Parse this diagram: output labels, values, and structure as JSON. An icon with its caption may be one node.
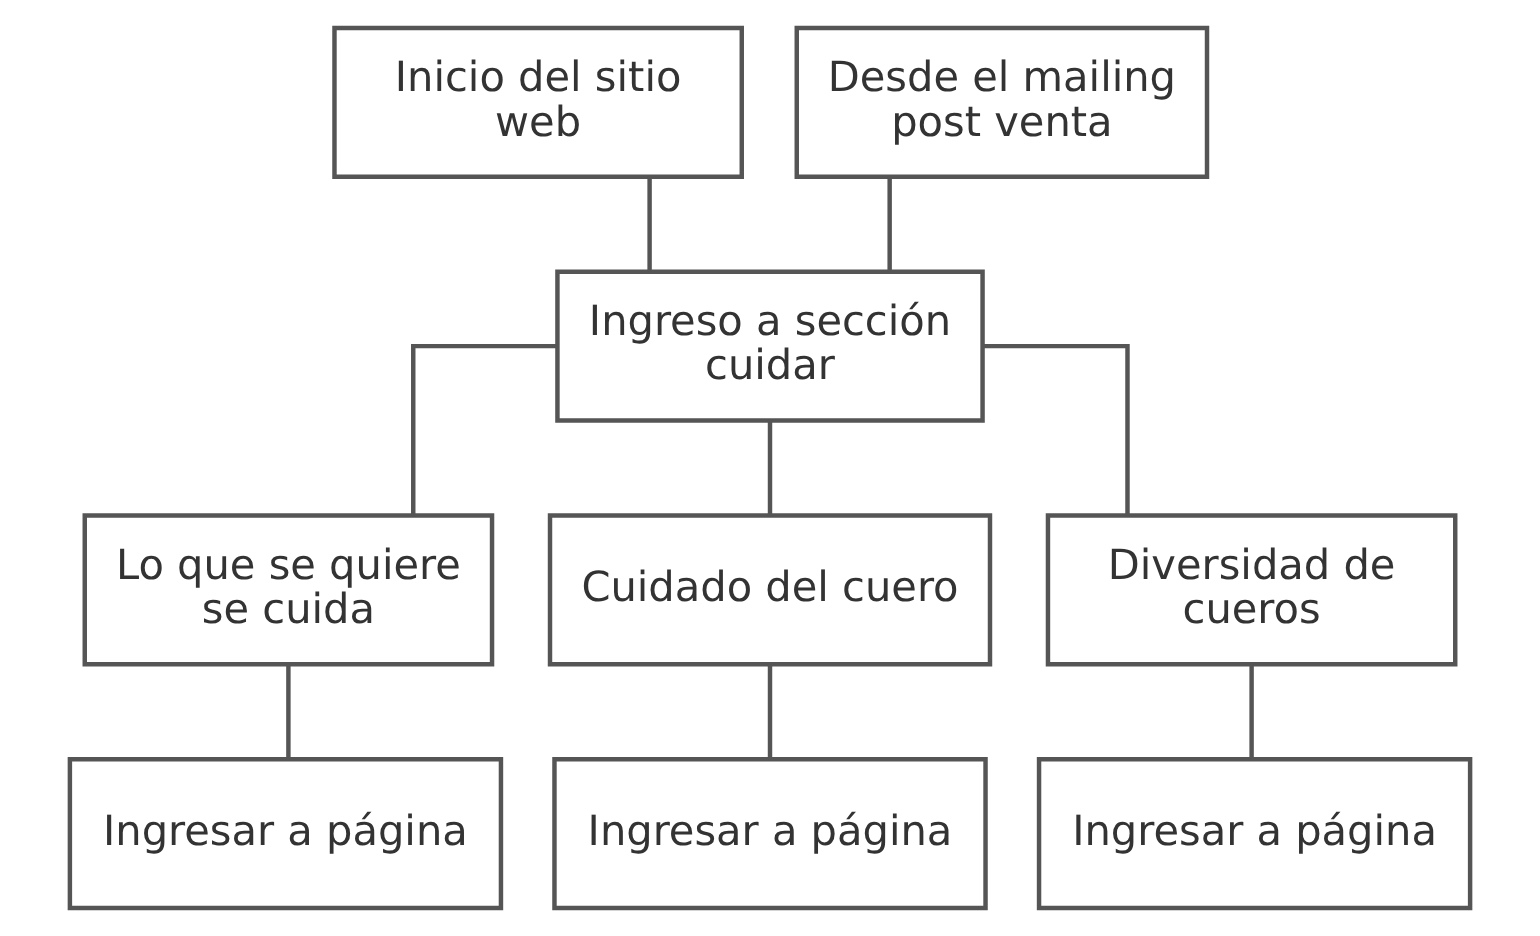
{
  "diagram": {
    "nodes": [
      {
        "text": [
          "Inicio del sitio web"
        ]
      },
      {
        "text": [
          "Desde el mailing post venta"
        ]
      },
      {
        "text": [
          "Ingreso a sección cuidar"
        ]
      },
      {
        "text": [
          "Lo que se quiere se cuida"
        ]
      },
      {
        "text": [
          "Cuidado del cuero"
        ]
      },
      {
        "text": [
          "Diversidad de cueros"
        ]
      },
      {
        "text": [
          "Ingresar a página"
        ]
      },
      {
        "text": [
          "Ingresar a página"
        ]
      },
      {
        "text": [
          "Ingresar a página"
        ]
      }
    ],
    "edges": [
      {
        "from": 0,
        "to": 2,
        "arrow": "none"
      },
      {
        "from": 1,
        "to": 2,
        "arrow": "none"
      },
      {
        "from": 2,
        "to": 3,
        "arrow": "none"
      },
      {
        "from": 2,
        "to": 4,
        "arrow": "none"
      },
      {
        "from": 2,
        "to": 5,
        "arrow": "none"
      },
      {
        "from": 3,
        "to": 6,
        "arrow": "none"
      },
      {
        "from": 4,
        "to": 7,
        "arrow": "none"
      },
      {
        "from": 5,
        "to": 8,
        "arrow": "none"
      }
    ]
  }
}
